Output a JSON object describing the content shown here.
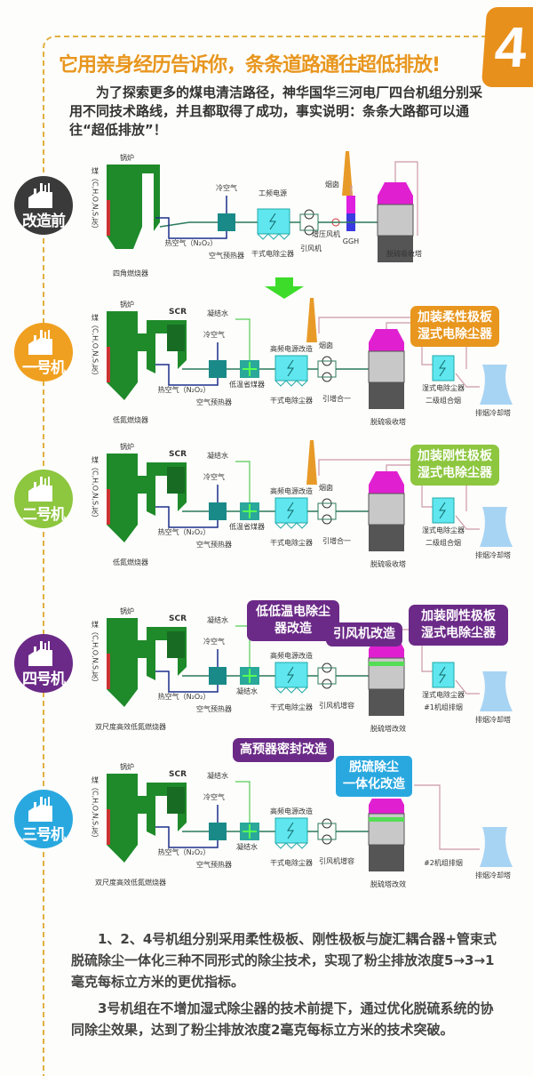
{
  "badge_number": "4",
  "title": "它用亲身经历告诉你，条条道路通往超低排放!",
  "intro": "为了探索更多的煤电清洁路径，神华国华三河电厂四台机组分别采用不同技术路线，并且都取得了成功，事实说明：条条大路都可以通往“超低排放”！",
  "colors": {
    "accent": "#e8961e",
    "before": "#3a3a3a",
    "unit1": "#f0a020",
    "unit2": "#8dc63f",
    "unit4": "#6b2a87",
    "unit3": "#29a8df"
  },
  "sections": [
    {
      "label": "改造前",
      "callouts": [],
      "labels": {
        "boiler": "锅炉",
        "coal": "煤（C,H,O,N,S,灰）",
        "burner": "四角燃烧器",
        "cold_air": "冷空气",
        "hot_air": "热空气（N₂O₂）",
        "air_preheater": "空气预热器",
        "esp_top": "工频电源",
        "esp": "干式电除尘器",
        "fan": "引风机",
        "booster": "增压风机",
        "ggh": "GGH",
        "chimney": "烟囱",
        "tower": "脱硫吸收塔"
      }
    },
    {
      "label": "一号机",
      "callouts": [
        "加装柔性极板",
        "湿式电除尘器"
      ],
      "labels": {
        "boiler": "锅炉",
        "scr": "SCR",
        "coal": "煤（C,H,O,N,S,灰）",
        "burner": "低氮燃烧器",
        "condensate": "凝结水",
        "cold_air": "冷空气",
        "hot_air": "热空气（N₂O₂）",
        "air_preheater": "空气预热器",
        "economizer": "低温省煤器",
        "esp_top": "高频电源改造",
        "esp": "干式电除尘器",
        "fan": "引增合一",
        "chimney": "烟囱",
        "tower": "脱硫吸收塔",
        "wesp": "湿式电除尘器",
        "wesp_bottom": "二级组合烟",
        "cooling": "排烟冷却塔"
      }
    },
    {
      "label": "二号机",
      "callouts": [
        "加装刚性极板",
        "湿式电除尘器"
      ],
      "labels": {
        "boiler": "锅炉",
        "scr": "SCR",
        "coal": "煤（C,H,O,N,S,灰）",
        "burner": "低氮燃烧器",
        "condensate": "凝结水",
        "cold_air": "冷空气",
        "hot_air": "热空气（N₂O₂）",
        "air_preheater": "空气预热器",
        "economizer": "低温省煤器",
        "esp_top": "高频电源改造",
        "esp": "干式电除尘器",
        "fan": "引增合一",
        "chimney": "烟囱",
        "tower": "脱硫吸收塔",
        "wesp": "湿式电除尘器",
        "wesp_bottom": "二级组合烟",
        "cooling": "排烟冷却塔"
      }
    },
    {
      "label": "四号机",
      "callouts": [
        "低低温电除尘器改造",
        "引风机改造",
        "加装刚性极板湿式电除尘器",
        "高预器密封改造"
      ],
      "labels": {
        "boiler": "锅炉",
        "scr": "SCR",
        "coal": "煤（C,H,O,N,S,灰）",
        "burner": "双尺度高效低氮燃烧器",
        "condensate": "凝结水",
        "cold_air": "冷空气",
        "hot_air": "热空气（N₂O₂）",
        "air_preheater": "空气预热器",
        "economizer": "凝结水",
        "esp_top": "高频电源改造",
        "esp": "干式电除尘器",
        "fan": "引风机增容",
        "tower": "脱硫塔改效",
        "wesp": "湿式电除尘器",
        "wesp_bottom": "#1机组排烟",
        "cooling": "排烟冷却塔"
      }
    },
    {
      "label": "三号机",
      "callouts": [
        "脱硫除尘",
        "一体化改造"
      ],
      "labels": {
        "boiler": "锅炉",
        "scr": "SCR",
        "coal": "煤（C,H,O,N,S,灰）",
        "burner": "双尺度高效低氮燃烧器",
        "condensate": "凝结水",
        "cold_air": "冷空气",
        "hot_air": "热空气（N₂O₂）",
        "air_preheater": "空气预热器",
        "economizer": "凝结水",
        "esp_top": "高频电源改造",
        "esp": "干式电除尘器",
        "fan": "引风机增容",
        "tower": "脱硫塔改效",
        "wesp_bottom": "#2机组排烟",
        "cooling": "排烟冷却塔"
      }
    }
  ],
  "footer": [
    "1、2、4号机组分别采用柔性极板、刚性极板与旋汇耦合器+管束式脱硫除尘一体化三种不同形式的除尘技术，实现了粉尘排放浓度5→3→1毫克每标立方米的更优指标。",
    "3号机组在不增加湿式除尘器的技术前提下，通过优化脱硫系统的协同除尘效果，达到了粉尘排放浓度2毫克每标立方米的技术突破。"
  ]
}
